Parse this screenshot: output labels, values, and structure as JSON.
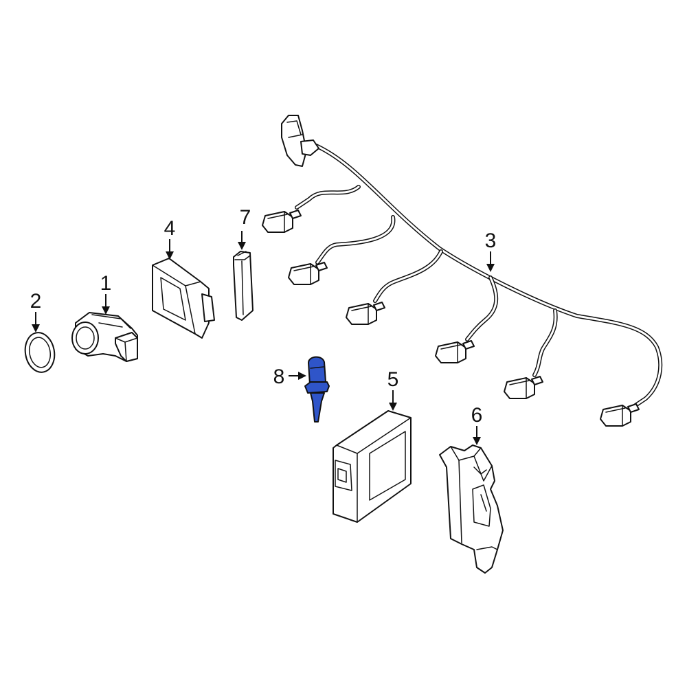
{
  "highlight_color": "#2f55c9",
  "line_color": "#111111",
  "callouts": [
    {
      "id": "1",
      "label": "1"
    },
    {
      "id": "2",
      "label": "2"
    },
    {
      "id": "3",
      "label": "3"
    },
    {
      "id": "4",
      "label": "4"
    },
    {
      "id": "5",
      "label": "5"
    },
    {
      "id": "6",
      "label": "6"
    },
    {
      "id": "7",
      "label": "7"
    },
    {
      "id": "8",
      "label": "8"
    }
  ]
}
